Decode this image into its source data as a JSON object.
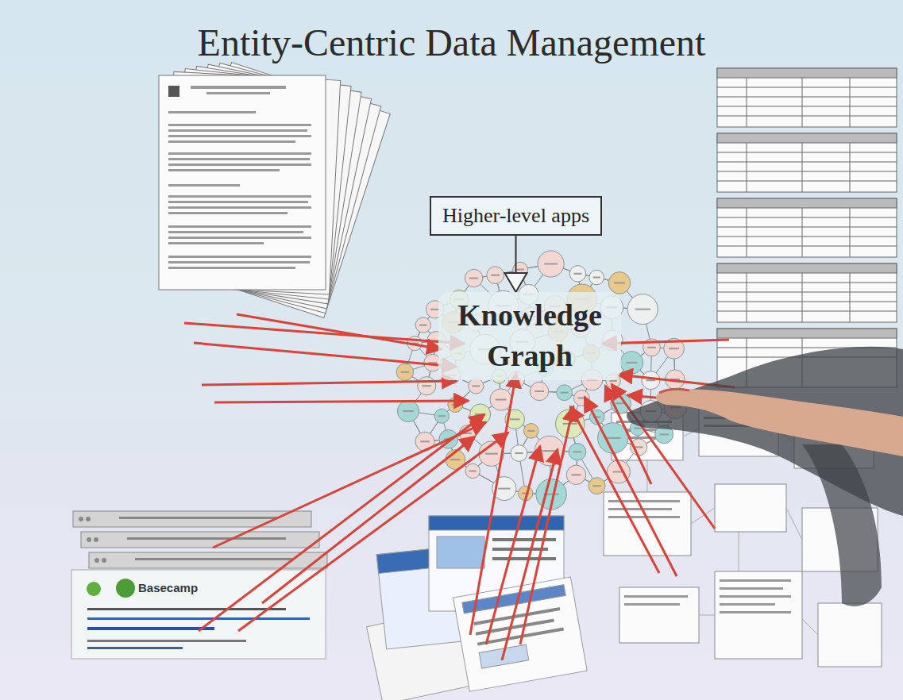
{
  "diagram": {
    "title": "Entity-Centric Data Management",
    "nodes": [
      {
        "text": [
          "Higher-level apps"
        ]
      },
      {
        "text": [
          "Knowledge Graph"
        ]
      }
    ],
    "edges": [
      {
        "from": 0,
        "to": 1,
        "arrow": "to"
      }
    ],
    "labels": [
      "Basecamp"
    ]
  }
}
